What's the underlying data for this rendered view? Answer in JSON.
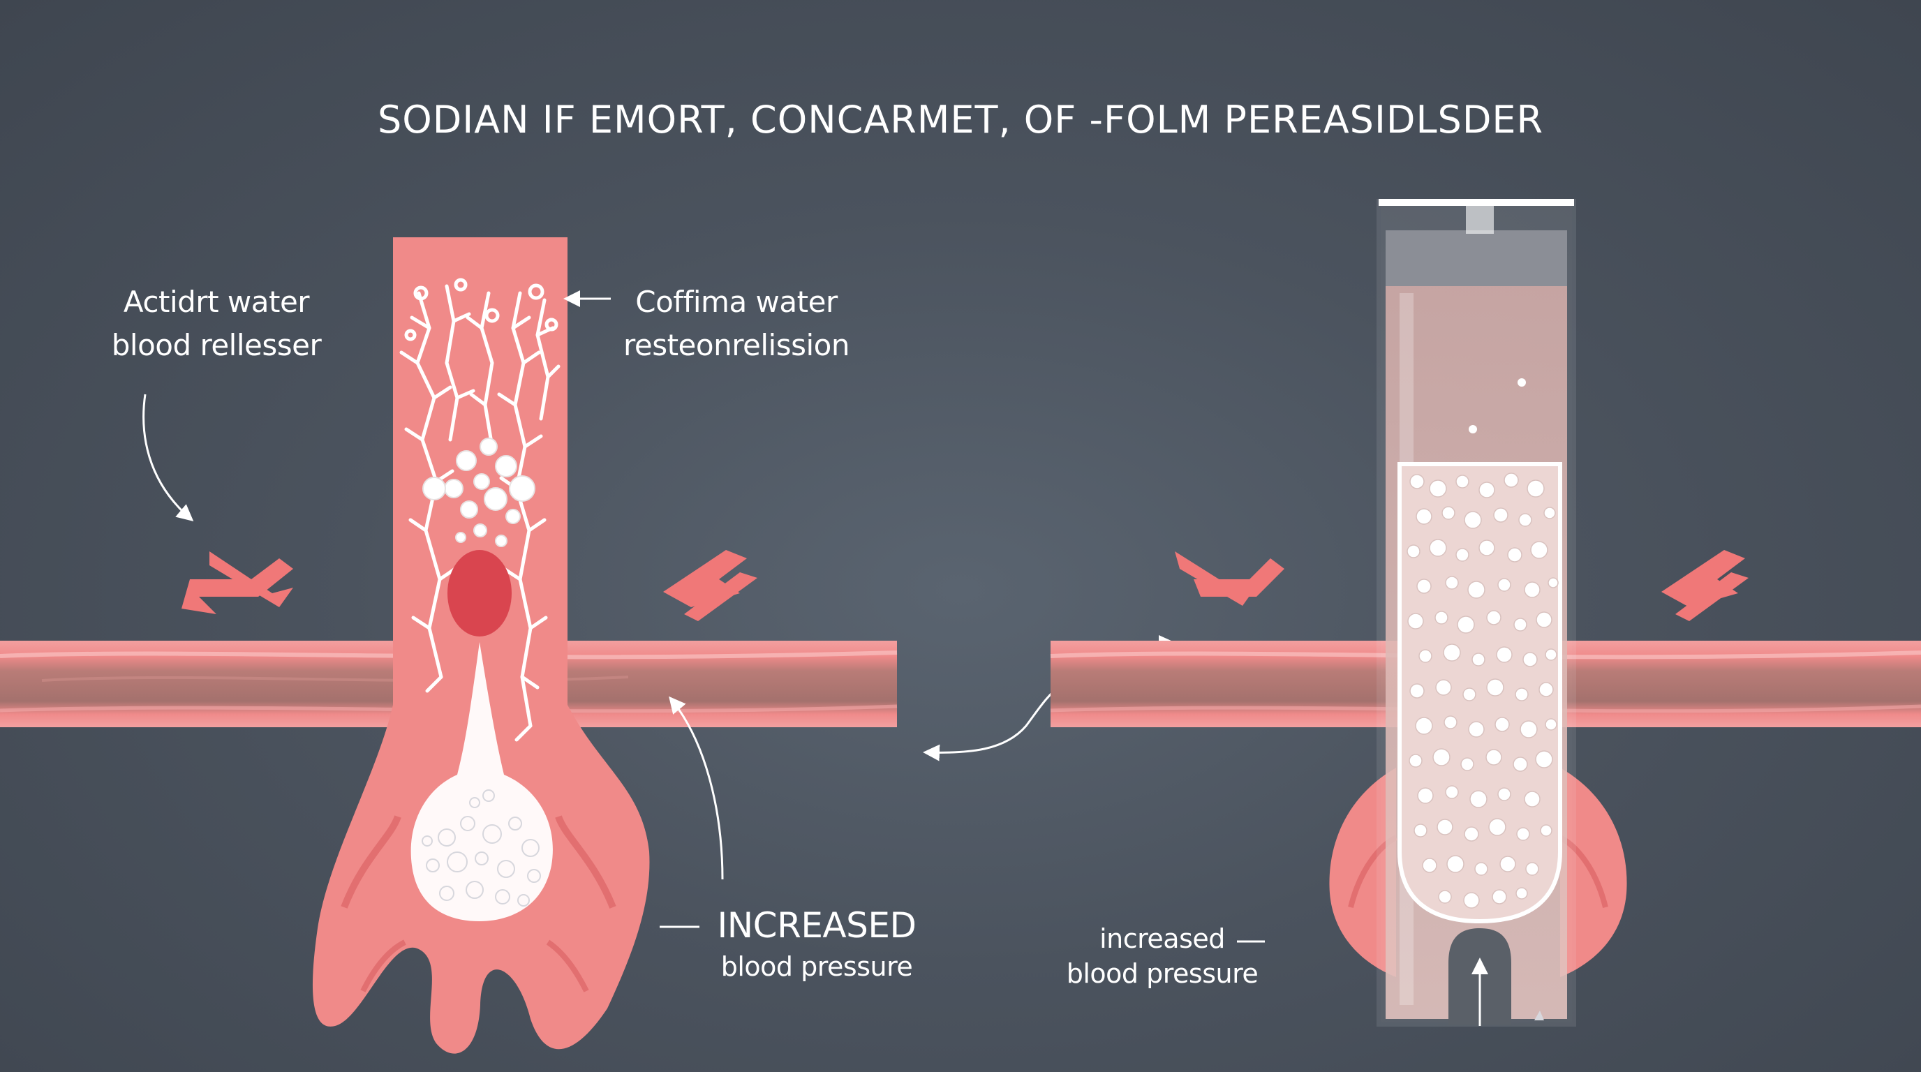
{
  "title": "SODIAN IF EMORT, CONCARMET, OF -FOLM PEREASIDLSDER",
  "labels": {
    "left_top_left": {
      "line1": "Actidrt water",
      "line2": "blood rellesser"
    },
    "left_top_right": {
      "line1": "Coffima water",
      "line2": "resteonrelission"
    },
    "left_bottom": {
      "line1": "INCREASED",
      "line2": "blood pressure"
    },
    "right_bottom": {
      "line1": "increased",
      "line2": "blood pressure"
    }
  },
  "colors": {
    "background": "#4b535e",
    "vessel_pink": "#ef8a8a",
    "vessel_core": "#a8736f",
    "tissue_pink": "#f08a89",
    "clot_red": "#d9454f",
    "bubble_white": "#ffffff",
    "tube_fluid": "#d9b1ad",
    "tube_cap": "#8b8e96"
  }
}
